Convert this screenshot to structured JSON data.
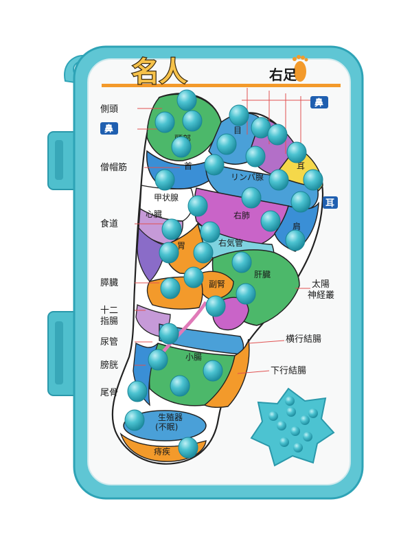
{
  "board": {
    "title": "名人",
    "foot_side": "右足",
    "colors": {
      "frame": "#5fc6d4",
      "frame_dark": "#2ea3b6",
      "panel": "#f8f9f9",
      "accent_orange": "#f39a2b",
      "title_fill": "#f6c24a",
      "nub": "#38b6c6",
      "tag_blue": "#1f5fb0"
    }
  },
  "labels_left": [
    {
      "text": "側頭",
      "tag": false
    },
    {
      "text": "鼻",
      "tag": true
    },
    {
      "text": "僧帽筋",
      "tag": false
    },
    {
      "text": "食道",
      "tag": false
    },
    {
      "text": "膵臓",
      "tag": false
    },
    {
      "text": "十二\n指腸",
      "tag": false
    },
    {
      "text": "尿管",
      "tag": false
    },
    {
      "text": "膀胱",
      "tag": false
    },
    {
      "text": "尾骨",
      "tag": false
    }
  ],
  "labels_right": [
    {
      "text": "鼻",
      "tag": true
    },
    {
      "text": "耳",
      "tag": true
    },
    {
      "text": "太陽\n神経叢",
      "tag": false
    },
    {
      "text": "横行結腸",
      "tag": false
    },
    {
      "text": "下行結腸",
      "tag": false
    }
  ],
  "zones": {
    "head": "頭部",
    "eye": "目",
    "neck": "首",
    "ear_small": "耳",
    "lymph": "リンパ腺",
    "thyroid": "甲状腺",
    "right_lung": "右肺",
    "shoulder": "肩",
    "heart": "心臓",
    "stomach": "胃",
    "bronchus": "右気管",
    "liver": "肝臓",
    "adrenal": "副腎",
    "small_intestine": "小腸",
    "gonad": "生殖器\n(不眠)",
    "hemorrhoid": "痔疾"
  }
}
